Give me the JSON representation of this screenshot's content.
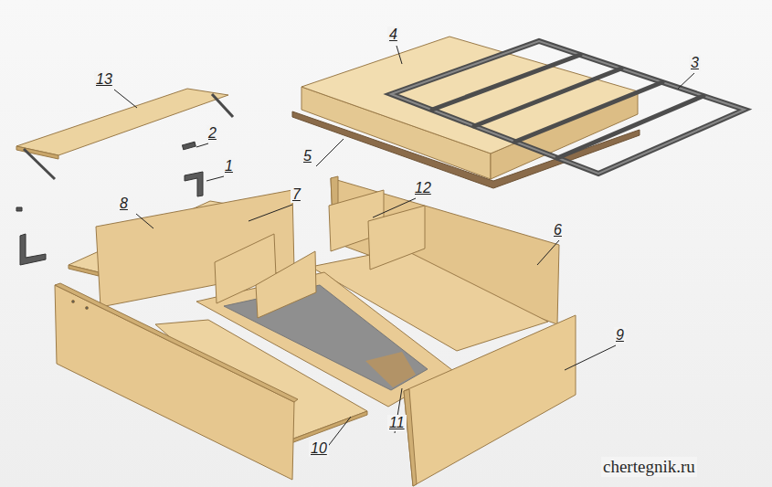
{
  "diagram": {
    "labels": [
      "4",
      "13",
      "3",
      "2",
      "5",
      "1",
      "8",
      "7",
      "12",
      "6",
      "9",
      "11",
      "10",
      "chertegnik.ru"
    ]
  }
}
